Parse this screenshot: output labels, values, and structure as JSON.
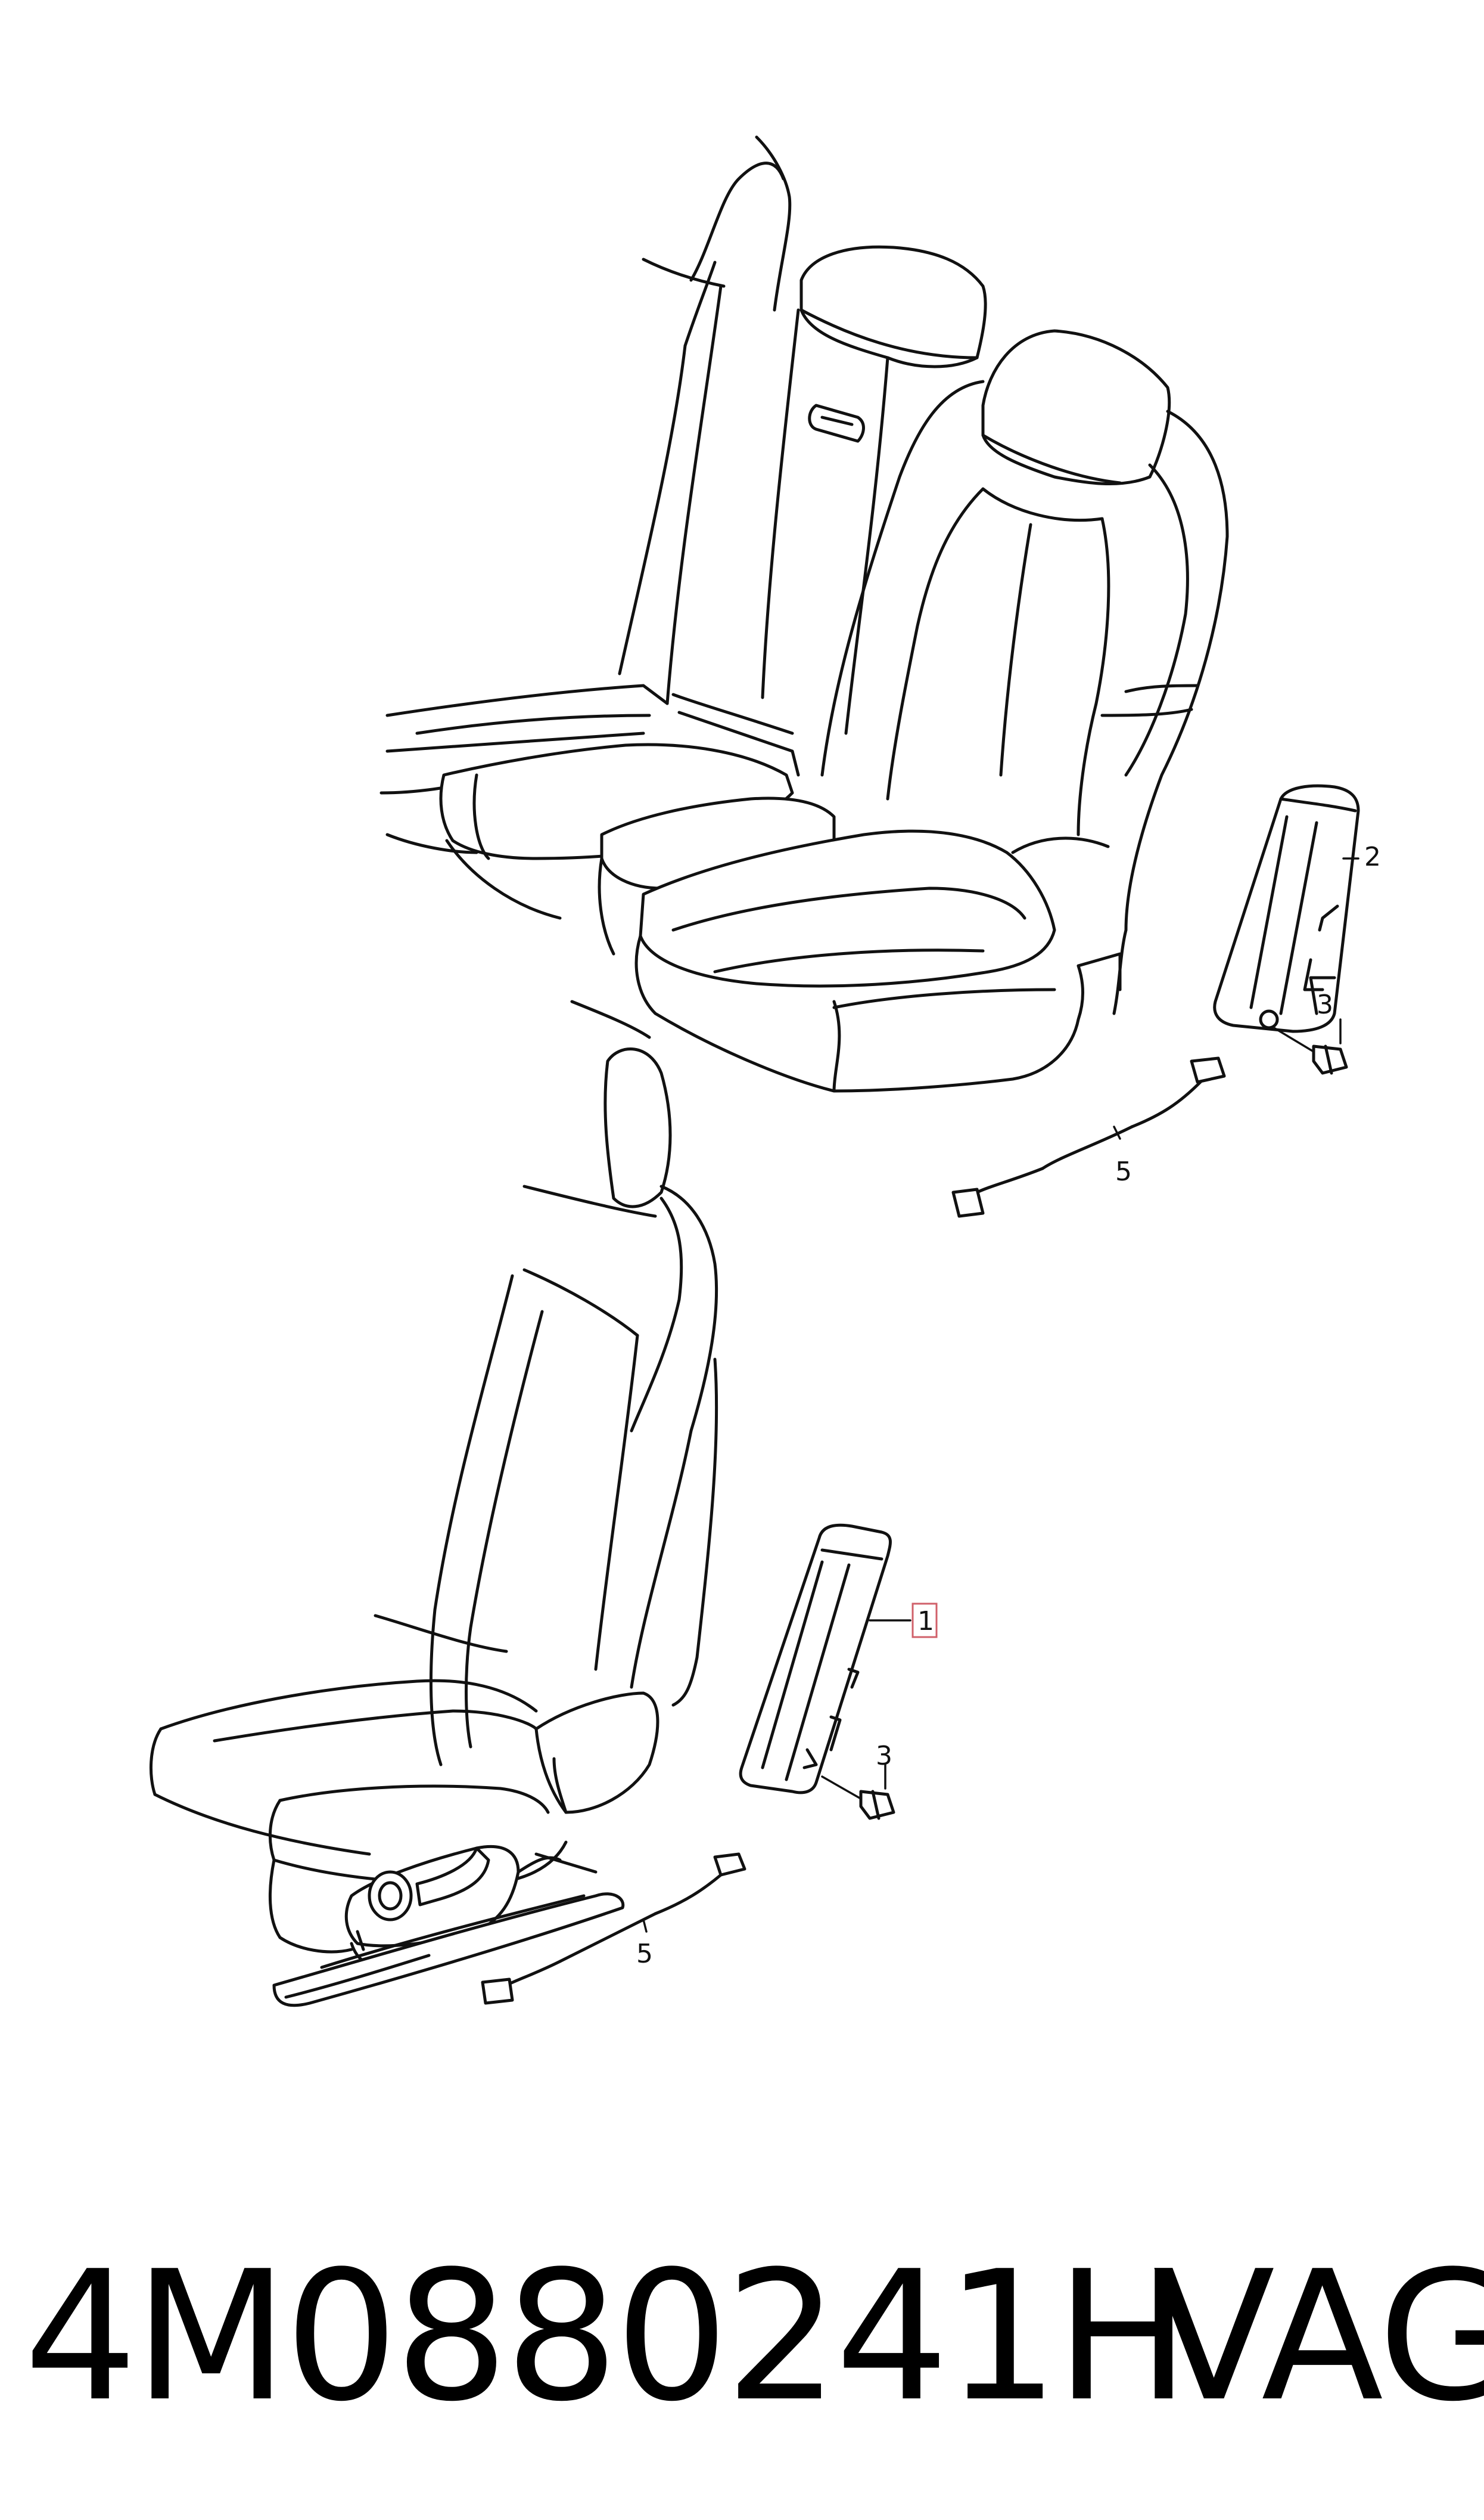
{
  "diagram": {
    "callouts": {
      "c1": "1",
      "c2": "2",
      "c3_rear": "3",
      "c3_front": "3",
      "c5_rear": "5",
      "c5_front": "5"
    }
  },
  "footer": {
    "part_number": "4M0880241H",
    "brand": "VAG"
  }
}
